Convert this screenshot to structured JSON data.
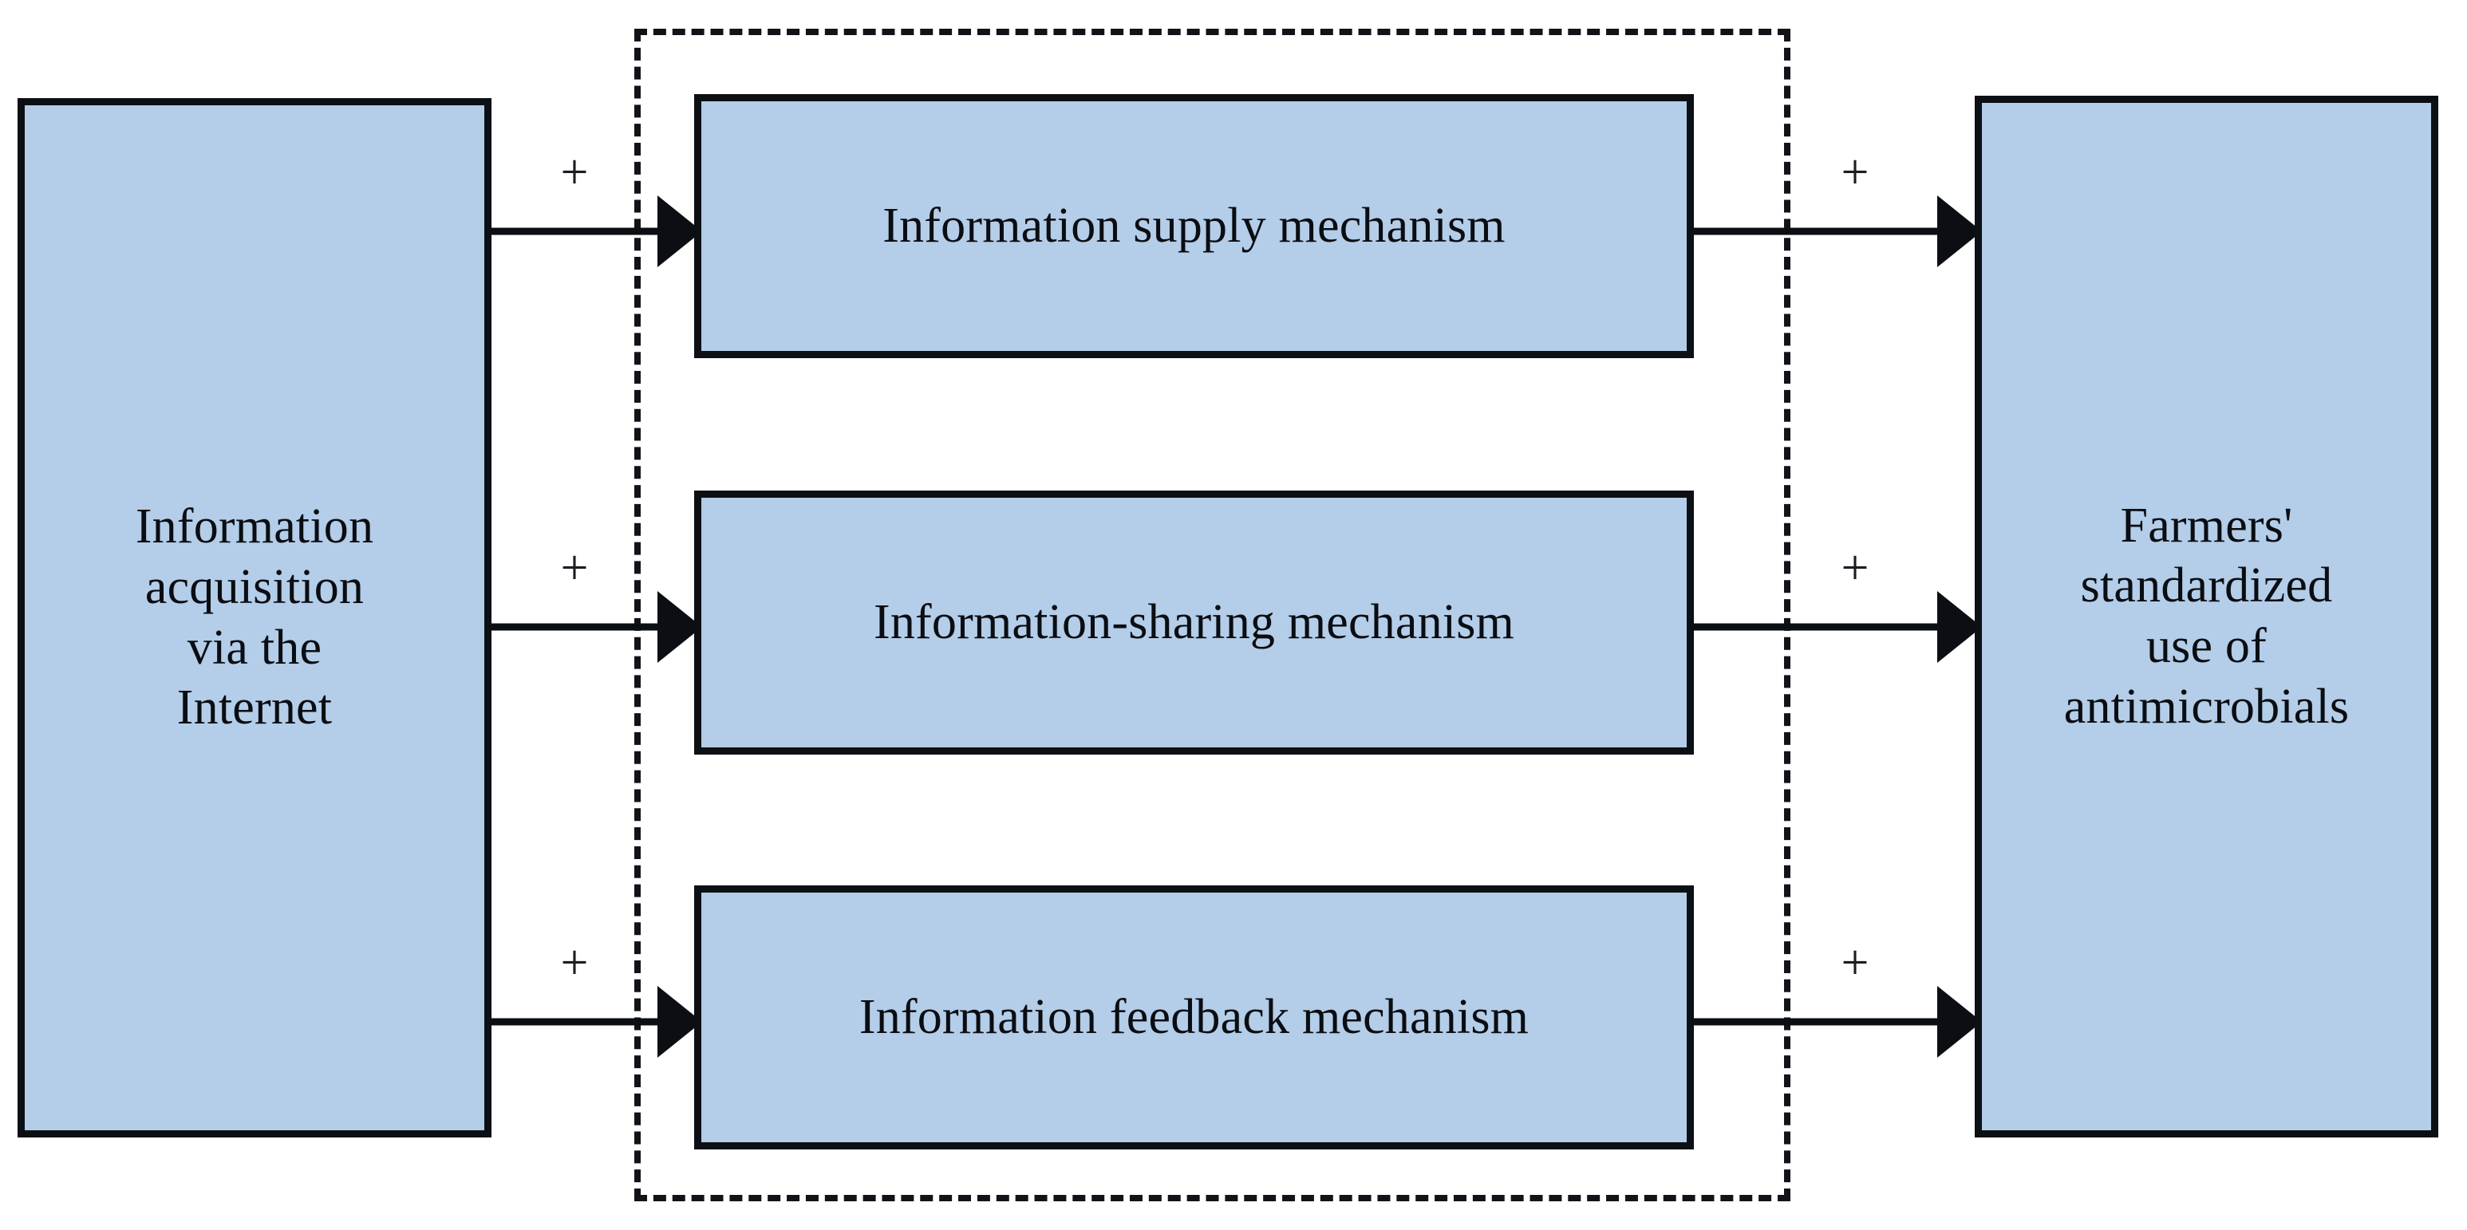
{
  "diagram": {
    "type": "flow-diagram",
    "background_color": "#ffffff",
    "node_fill_color": "#b4cde8",
    "node_border_color": "#0c0f14",
    "group_frame_style": "dashed",
    "source": {
      "label": "Information acquisition via the Internet",
      "lines": [
        "Information",
        "acquisition",
        "via the",
        "Internet"
      ]
    },
    "outcome": {
      "label": "Farmers' standardized use of antimicrobials",
      "lines": [
        "Farmers'",
        "standardized",
        "use of",
        "antimicrobials"
      ]
    },
    "mechanisms": [
      {
        "label": "Information supply mechanism"
      },
      {
        "label": "Information-sharing mechanism"
      },
      {
        "label": "Information feedback mechanism"
      }
    ],
    "edges": [
      {
        "from": "source",
        "to": "Information supply mechanism",
        "sign": "+"
      },
      {
        "from": "source",
        "to": "Information-sharing mechanism",
        "sign": "+"
      },
      {
        "from": "source",
        "to": "Information feedback mechanism",
        "sign": "+"
      },
      {
        "from": "Information supply mechanism",
        "to": "outcome",
        "sign": "+"
      },
      {
        "from": "Information-sharing mechanism",
        "to": "outcome",
        "sign": "+"
      },
      {
        "from": "Information feedback mechanism",
        "to": "outcome",
        "sign": "+"
      }
    ],
    "signs": {
      "left_top": "+",
      "left_middle": "+",
      "left_bottom": "+",
      "right_top": "+",
      "right_middle": "+",
      "right_bottom": "+"
    }
  }
}
